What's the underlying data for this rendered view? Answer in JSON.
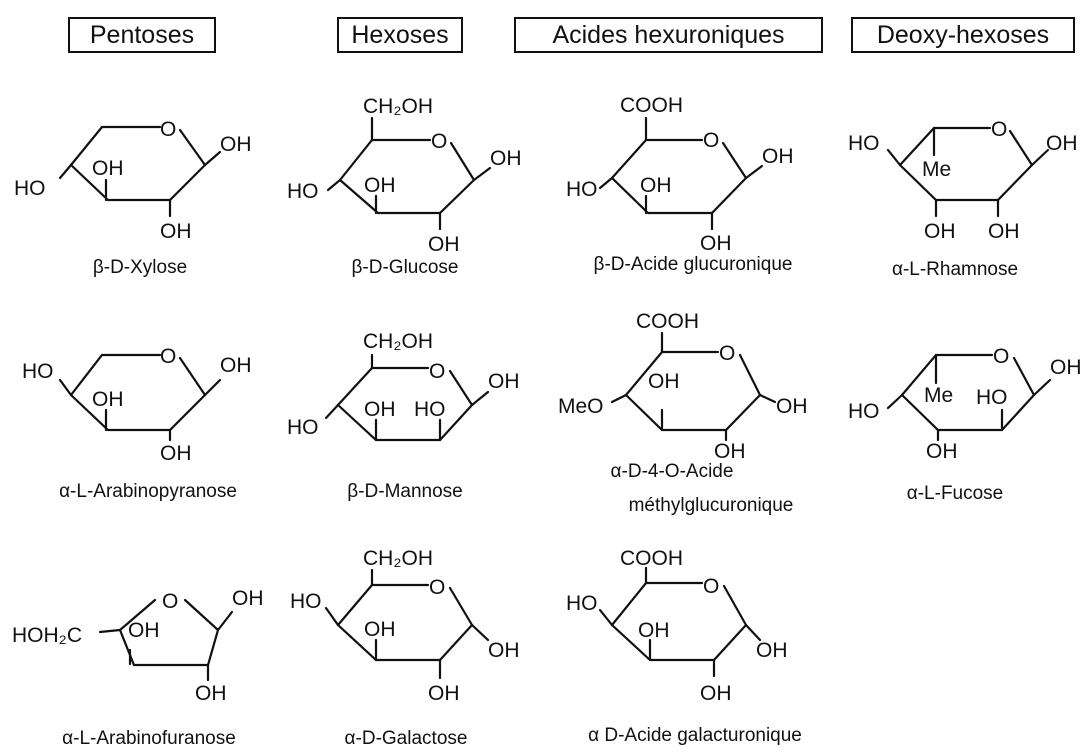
{
  "headers": {
    "pentoses": "Pentoses",
    "hexoses": "Hexoses",
    "hexuronic": "Acides hexuroniques",
    "deoxy": "Deoxy-hexoses"
  },
  "molecules": {
    "xylose": {
      "name": "β-D-Xylose",
      "O": "O",
      "OH1": "OH",
      "OH2": "OH",
      "OH3": "OH",
      "HO": "HO"
    },
    "glucose": {
      "name": "β-D-Glucose",
      "CH2OH": "CH₂OH",
      "O": "O",
      "OH1": "OH",
      "OH2": "OH",
      "OH3": "OH",
      "HO": "HO"
    },
    "glucuronic": {
      "name": "β-D-Acide glucuronique",
      "COOH": "COOH",
      "O": "O",
      "OH1": "OH",
      "OH2": "OH",
      "OH3": "OH",
      "HO": "HO"
    },
    "rhamnose": {
      "name": "α-L-Rhamnose",
      "O": "O",
      "OH1": "OH",
      "HO": "HO",
      "Me": "Me",
      "OH2": "OH",
      "OH3": "OH"
    },
    "arabinopyranose": {
      "name": "α-L-Arabinopyranose",
      "O": "O",
      "OH1": "OH",
      "HO": "HO",
      "OH2": "OH",
      "OH3": "OH"
    },
    "mannose": {
      "name": "β-D-Mannose",
      "CH2OH": "CH₂OH",
      "O": "O",
      "OH1": "OH",
      "OH2": "OH",
      "HO2": "HO",
      "HO": "HO"
    },
    "methylglucuronic": {
      "name1": "α-D-4-O-Acide",
      "name2": "méthylglucuronique",
      "COOH": "COOH",
      "O": "O",
      "OH1": "OH",
      "OH2": "OH",
      "OH3": "OH",
      "MeO": "MeO"
    },
    "fucose": {
      "name": "α-L-Fucose",
      "O": "O",
      "OH1": "OH",
      "Me": "Me",
      "HO2": "HO",
      "HO": "HO",
      "OH3": "OH"
    },
    "arabinofuranose": {
      "name": "α-L-Arabinofuranose",
      "O": "O",
      "OH1": "OH",
      "HOH2C": "HOH₂C",
      "OH2": "OH",
      "OH3": "OH"
    },
    "galactose": {
      "name": "α-D-Galactose",
      "CH2OH": "CH₂OH",
      "O": "O",
      "HO1": "HO",
      "OH2": "OH",
      "OH3": "OH",
      "OH4": "OH"
    },
    "galacturonic": {
      "name": "α D-Acide galacturonique",
      "COOH": "COOH",
      "O": "O",
      "HO1": "HO",
      "OH2": "OH",
      "OH3": "OH",
      "OH4": "OH"
    }
  }
}
